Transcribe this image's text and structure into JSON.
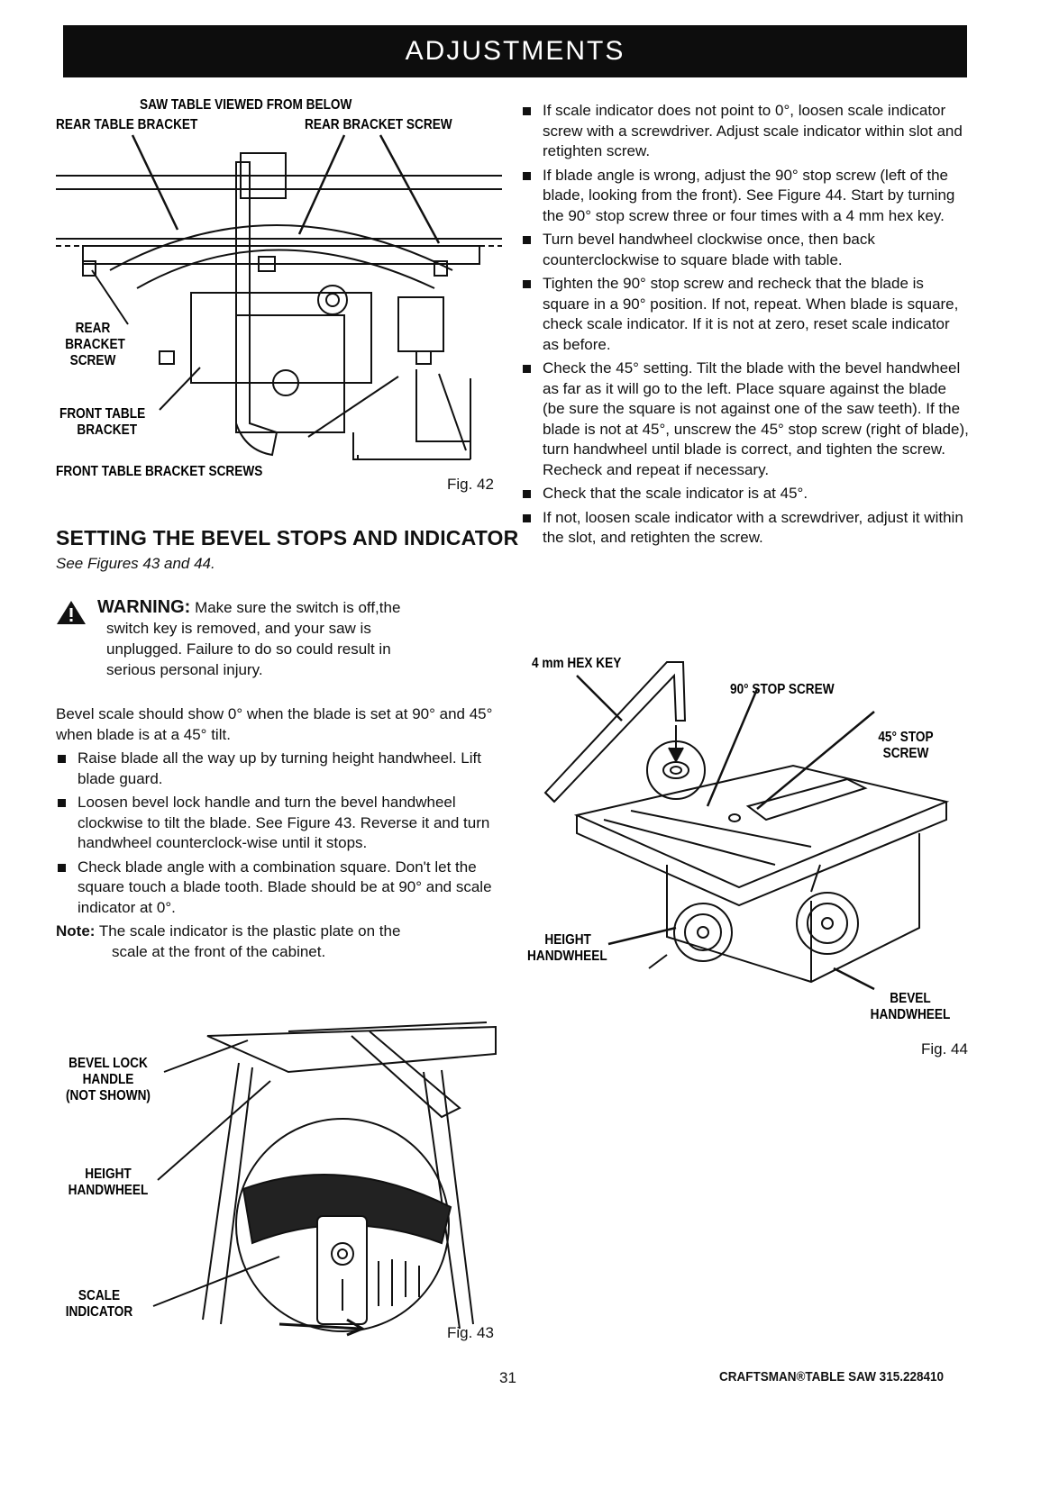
{
  "header": {
    "title": "ADJUSTMENTS"
  },
  "fig42": {
    "title": "SAW TABLE VIEWED FROM BELOW",
    "callouts": {
      "rear_table_bracket": "REAR TABLE BRACKET",
      "rear_bracket_screw_top": "REAR BRACKET SCREW",
      "rear_bracket_screw_side": [
        "REAR",
        "BRACKET",
        "SCREW"
      ],
      "front_table_bracket": [
        "FRONT TABLE",
        "BRACKET"
      ],
      "front_table_bracket_screws": "FRONT TABLE BRACKET SCREWS"
    },
    "label": "Fig. 42"
  },
  "section": {
    "heading": "SETTING THE BEVEL STOPS AND INDICATOR",
    "see": "See Figures 43 and 44."
  },
  "warning": {
    "label": "WARNING:",
    "lines": [
      "Make sure the switch is off,the",
      "switch key is removed, and your saw is",
      "unplugged. Failure to do so could result in",
      "serious personal injury."
    ]
  },
  "intro": "Bevel scale should show 0° when the blade is set at 90° and 45° when blade is at a 45° tilt.",
  "left_bullets": [
    "Raise blade all the way up by turning height handwheel. Lift blade guard.",
    "Loosen bevel lock handle and turn the bevel handwheel clockwise to tilt the blade. See Figure 43. Reverse it and turn handwheel counterclock-wise until it stops.",
    "Check blade angle with a combination square. Don't let the square touch a blade tooth. Blade should be at 90° and scale indicator at 0°."
  ],
  "note": {
    "label": "Note:",
    "line1": "The scale indicator is the plastic plate on the",
    "line2": "scale at the front of the cabinet."
  },
  "fig43": {
    "callouts": {
      "bevel_lock": [
        "BEVEL LOCK",
        "HANDLE",
        "(NOT SHOWN)"
      ],
      "height_handwheel": [
        "HEIGHT",
        "HANDWHEEL"
      ],
      "scale_indicator": [
        "SCALE",
        "INDICATOR"
      ]
    },
    "label": "Fig. 43"
  },
  "right_bullets": [
    "If scale indicator does not point to 0°, loosen scale indicator screw with a screwdriver. Adjust scale indicator within slot and retighten screw.",
    "If blade angle is wrong, adjust the 90° stop screw (left of the blade, looking from the front). See Figure 44. Start by turning the 90° stop screw three or four times with a 4 mm hex key.",
    "Turn bevel handwheel clockwise once, then back counterclockwise to square blade with table.",
    "Tighten the 90° stop screw and recheck that the blade is square in a 90° position. If not, repeat. When blade is square, check scale indicator. If it is not at zero, reset scale indicator as before.",
    "Check the 45° setting. Tilt the blade with the bevel handwheel as far as it will go to the left. Place square against the blade (be sure the square is not against one of the saw teeth). If the blade is not at 45°, unscrew the 45° stop screw (right of blade), turn handwheel until blade is correct, and tighten the screw. Recheck and repeat if necessary.",
    "Check that the scale indicator is at 45°.",
    "If not, loosen scale indicator with a screwdriver, adjust it within the slot, and retighten the screw."
  ],
  "fig44": {
    "callouts": {
      "hex_key": "4 mm HEX KEY",
      "stop90": "90° STOP SCREW",
      "stop45": [
        "45° STOP",
        "SCREW"
      ],
      "height_handwheel": [
        "HEIGHT",
        "HANDWHEEL"
      ],
      "bevel_handwheel": [
        "BEVEL",
        "HANDWHEEL"
      ]
    },
    "label": "Fig. 44"
  },
  "footer": {
    "page": "31",
    "brand": "CRAFTSMAN®TABLE SAW 315.228410"
  }
}
